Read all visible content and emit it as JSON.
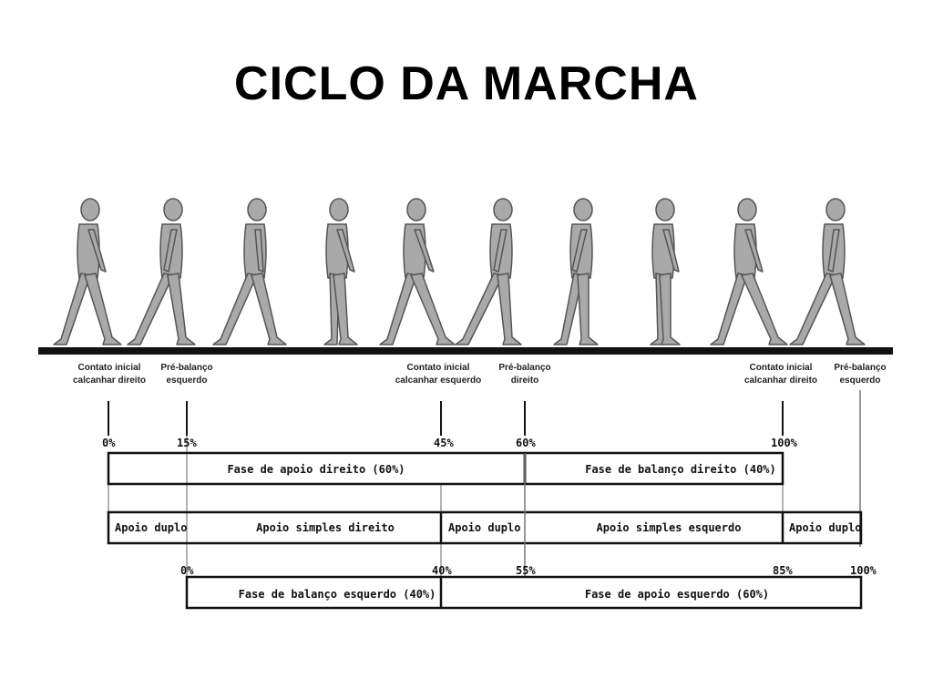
{
  "title": "CICLO DA MARCHA",
  "events": [
    {
      "line1": "Contato inicial",
      "line2": "calcanhar direito",
      "pct": "0%"
    },
    {
      "line1": "Pré-balanço",
      "line2": "esquerdo",
      "pct": "15%"
    },
    {
      "line1": "Contato inicial",
      "line2": "calcanhar esquerdo",
      "pct": "45%"
    },
    {
      "line1": "Pré-balanço",
      "line2": "direito",
      "pct": "60%"
    },
    {
      "line1": "Contato inicial",
      "line2": "calcanhar direito",
      "pct": "100%"
    },
    {
      "line1": "Pré-balanço",
      "line2": "esquerdo",
      "pct": ""
    }
  ],
  "right_leg": {
    "stance_label": "Fase de apoio direito (60%)",
    "swing_label": "Fase de balanço direito (40%)"
  },
  "support": {
    "double1": "Apoio duplo",
    "single_right": "Apoio simples direito",
    "double2": "Apoio duplo",
    "single_left": "Apoio simples esquerdo",
    "double3": "Apoio duplo"
  },
  "left_leg": {
    "pct_0": "0%",
    "pct_40": "40%",
    "pct_55": "55%",
    "pct_85": "85%",
    "pct_100": "100%",
    "swing_label": "Fase de balanço esquerdo (40%)",
    "stance_label": "Fase de apoio esquerdo (60%)"
  },
  "colors": {
    "figure_fill": "#a9a9a9",
    "figure_stroke": "#555555",
    "ground": "#111111"
  }
}
